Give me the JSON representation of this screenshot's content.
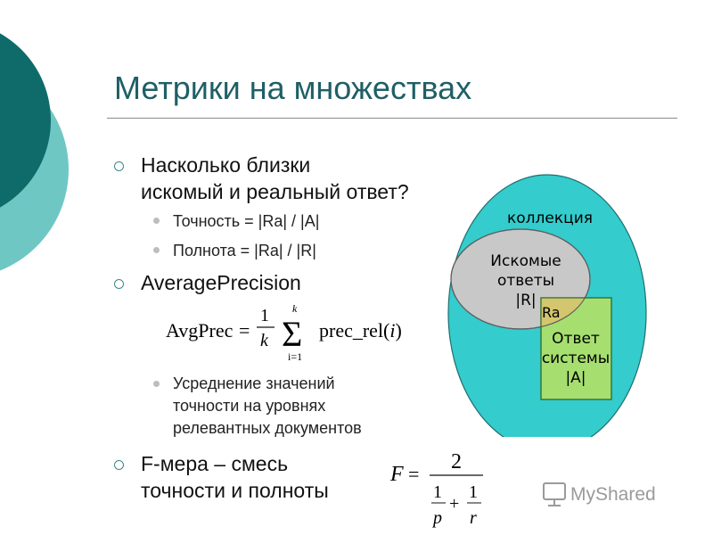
{
  "slide": {
    "title": "Метрики на множествах",
    "bullets": [
      {
        "lines": [
          "Насколько близки",
          "искомый и реальный ответ?"
        ]
      },
      {
        "lines": [
          "AveragePrecision"
        ]
      },
      {
        "lines": [
          "F-мера – смесь",
          "точности и полноты"
        ]
      }
    ],
    "sub_bullets": [
      "Точность = |Ra| / |A|",
      "Полнота  = |Ra| / |R|",
      "Усреднение значений",
      "точности на уровнях",
      "релевантных документов"
    ]
  },
  "formula_avgprec": {
    "lhs": "AvgPrec",
    "eq": "=",
    "frac_num": "1",
    "frac_den": "k",
    "sum_upper": "k",
    "sum_lower": "i=1",
    "sigma": "Σ",
    "term": "prec_rel(",
    "var": "i",
    "close": ")"
  },
  "formula_fmeasure": {
    "lhs": "F",
    "eq": "=",
    "numerator": "2",
    "one_a": "1",
    "p": "p",
    "plus": "+",
    "one_b": "1",
    "r": "r"
  },
  "venn": {
    "collection_label": "коллекция",
    "relevant_label_1": "Искомые",
    "relevant_label_2": "ответы",
    "relevant_label_3": "|R|",
    "intersection_label": "Ra",
    "answer_label_1": "Ответ",
    "answer_label_2": "системы",
    "answer_label_3": "|A|",
    "colors": {
      "collection": "#34cccc",
      "relevant": "#c8c8c8",
      "answer": "#a6df6f",
      "intersection": "#d4c66e"
    }
  },
  "watermark": {
    "text": "MyShared"
  },
  "decor_colors": {
    "dark_teal": "#0e6b69",
    "light_teal": "#6fc7c4"
  }
}
